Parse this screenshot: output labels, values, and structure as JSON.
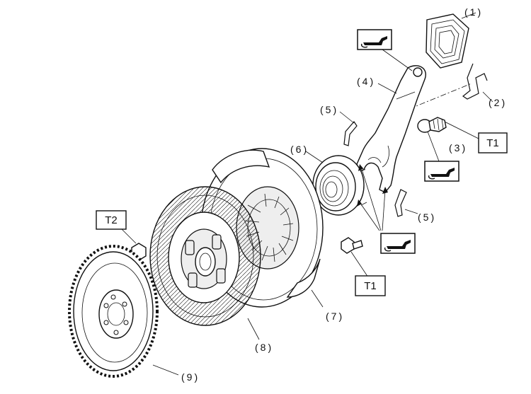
{
  "callouts": {
    "p1": "(1)",
    "p2": "(2)",
    "p3": "(3)",
    "p4": "(4)",
    "p5a": "(5)",
    "p5b": "(5)",
    "p6": "(6)",
    "p7": "(7)",
    "p8": "(8)",
    "p9": "(9)"
  },
  "torque": {
    "t1_top": "T1",
    "t1_bottom": "T1",
    "t2": "T2"
  },
  "icons": {
    "grease": "grease-gun-icon"
  }
}
